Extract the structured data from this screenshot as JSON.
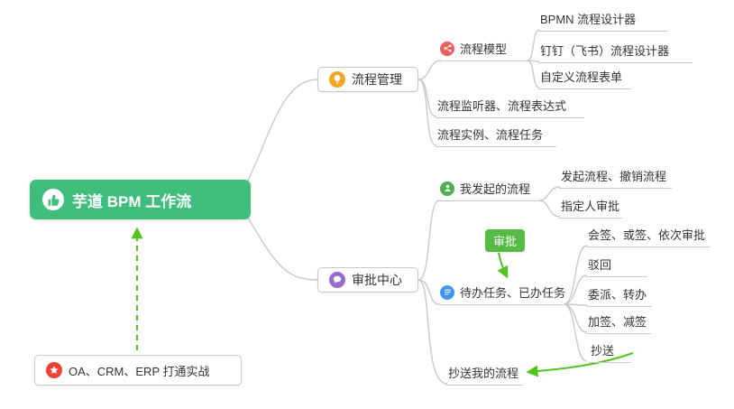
{
  "root": {
    "label": "芋道 BPM 工作流",
    "icon": "thumbs-up-icon"
  },
  "process_management": {
    "label": "流程管理",
    "icon": "lightbulb-icon",
    "model": {
      "label": "流程模型",
      "icon": "share-icon"
    },
    "model_children": {
      "bpmn": "BPMN 流程设计器",
      "dingtalk": "钉钉（飞书）流程设计器",
      "custom_form": "自定义流程表单"
    },
    "listener": "流程监听器、流程表达式",
    "instance": "流程实例、流程任务"
  },
  "approval_center": {
    "label": "审批中心",
    "icon": "chat-icon",
    "my_initiated": {
      "label": "我发起的流程",
      "icon": "user-icon"
    },
    "my_initiated_children": {
      "initiate_cancel": "发起流程、撤销流程",
      "assignee": "指定人审批"
    },
    "approval_tag": "审批",
    "todo_done": {
      "label": "待办任务、已办任务",
      "icon": "tasks-icon"
    },
    "todo_children": {
      "countersign": "会签、或签、依次审批",
      "reject": "驳回",
      "delegate": "委派、转办",
      "add_sign": "加签、减签",
      "cc": "抄送"
    },
    "cc_my_process": "抄送我的流程"
  },
  "practice": {
    "label": "OA、CRM、ERP 打通实战",
    "icon": "star-icon"
  },
  "colors": {
    "root_green": "#3FBE7B",
    "arrow_green": "#52C41A",
    "tag_green": "#55BB42",
    "line_gray": "#C9C9C9",
    "icon_orange": "#F6A623",
    "icon_red": "#ED5E5E",
    "icon_green": "#4CAF50",
    "icon_blue": "#3E97F5",
    "icon_purple": "#9B6BCC",
    "icon_star_red": "#F04134"
  }
}
